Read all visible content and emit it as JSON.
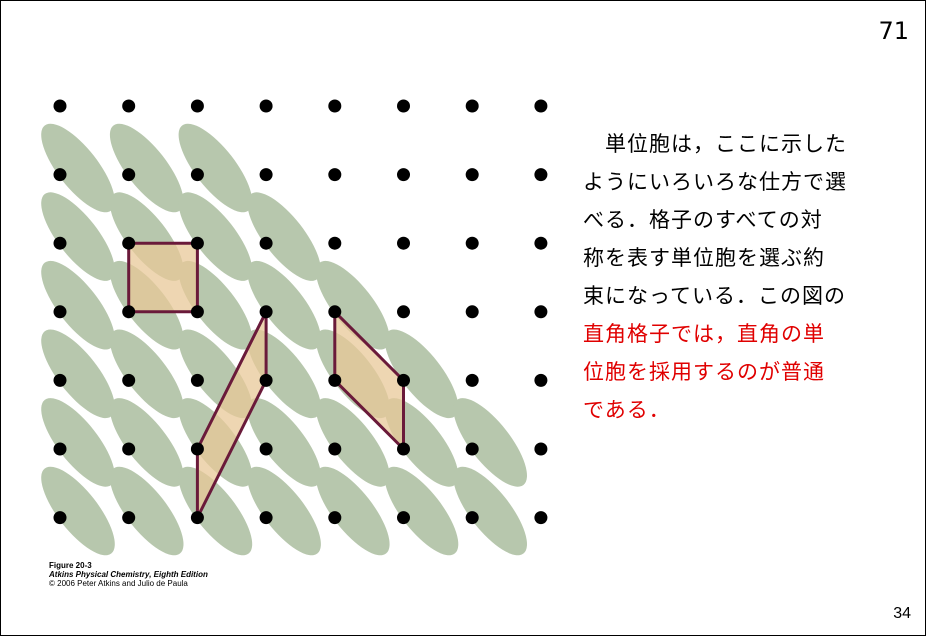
{
  "slide_number": "71",
  "page_number": "34",
  "body_lines": [
    {
      "text": "　単位胞は，ここに示した",
      "color": "#000000"
    },
    {
      "text": "ようにいろいろな仕方で選",
      "color": "#000000"
    },
    {
      "text": "べる．格子のすべての対",
      "color": "#000000"
    },
    {
      "text": "称を表す単位胞を選ぶ約",
      "color": "#000000"
    },
    {
      "text": "束になっている．この図の",
      "color": "#000000"
    },
    {
      "text": "直角格子では，直角の単",
      "color": "#e00000"
    },
    {
      "text": "位胞を採用するのが普通",
      "color": "#e00000"
    },
    {
      "text": "である．",
      "color": "#e00000"
    }
  ],
  "caption": {
    "figure": "Figure 20-3",
    "book": "Atkins Physical Chemistry, Eighth Edition",
    "copyright": "© 2006 Peter Atkins and Julio de Paula"
  },
  "colors": {
    "lattice_point": "#000000",
    "motif": "#b7c7ad",
    "cell_fill": "#e8c898",
    "cell_outline": "#6a1a3a",
    "highlight_text": "#e00000"
  }
}
